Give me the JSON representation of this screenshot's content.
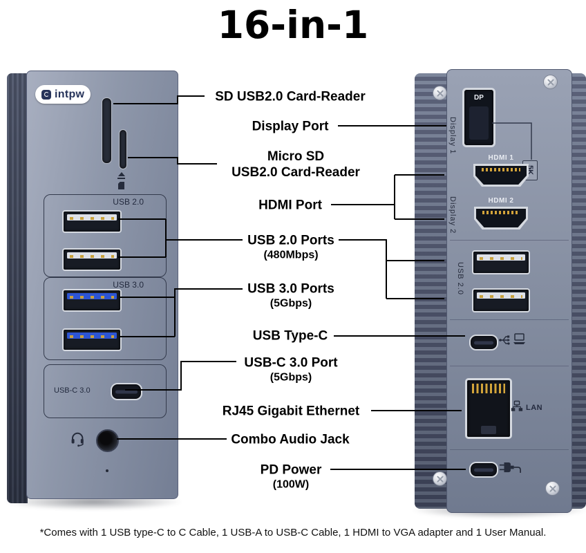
{
  "title": "16-in-1",
  "footnote": "*Comes with 1 USB type-C to C Cable, 1 USB-A to USB-C Cable, 1 HDMI to VGA adapter and 1 User Manual.",
  "callouts": {
    "sd_reader": {
      "line1": "SD USB2.0 Card-Reader"
    },
    "display_port": {
      "line1": "Display Port"
    },
    "micro_sd": {
      "line1": "Micro SD",
      "line2": "USB2.0 Card-Reader"
    },
    "hdmi": {
      "line1": "HDMI Port"
    },
    "usb2": {
      "line1": "USB 2.0 Ports",
      "line2": "(480Mbps)"
    },
    "usb3": {
      "line1": "USB 3.0 Ports",
      "line2": "(5Gbps)"
    },
    "type_c": {
      "line1": "USB Type-C"
    },
    "usb_c3": {
      "line1": "USB-C 3.0 Port",
      "line2": "(5Gbps)"
    },
    "rj45": {
      "line1": "RJ45 Gigabit Ethernet"
    },
    "audio": {
      "line1": "Combo Audio Jack"
    },
    "pd": {
      "line1": "PD Power",
      "line2": "(100W)"
    }
  },
  "front_device": {
    "brand": "intpw",
    "usb2_section": "USB 2.0",
    "usb3_section": "USB 3.0",
    "usbc_section": "USB-C 3.0"
  },
  "back_device": {
    "dp": "DP",
    "display1": "Display 1",
    "five_k": "5K",
    "hdmi1": "HDMI 1",
    "hdmi2": "HDMI 2",
    "display2": "Display 2",
    "usb2": "USB 2.0",
    "lan": "LAN"
  },
  "icons": {
    "headset_mic": "headset-mic-icon",
    "eject": "eject-icon",
    "sd_card": "sd-card-icon",
    "usb_host": "usb-host-icon",
    "lan": "lan-icon",
    "power_plug": "power-plug-icon",
    "screw": "screw-icon"
  },
  "colors": {
    "body_gray_blue": "#8d96a9",
    "usb3_tongue_blue": "#2d55d4",
    "pin_gold": "#c9a13b",
    "text": "#000000",
    "background": "#ffffff"
  }
}
